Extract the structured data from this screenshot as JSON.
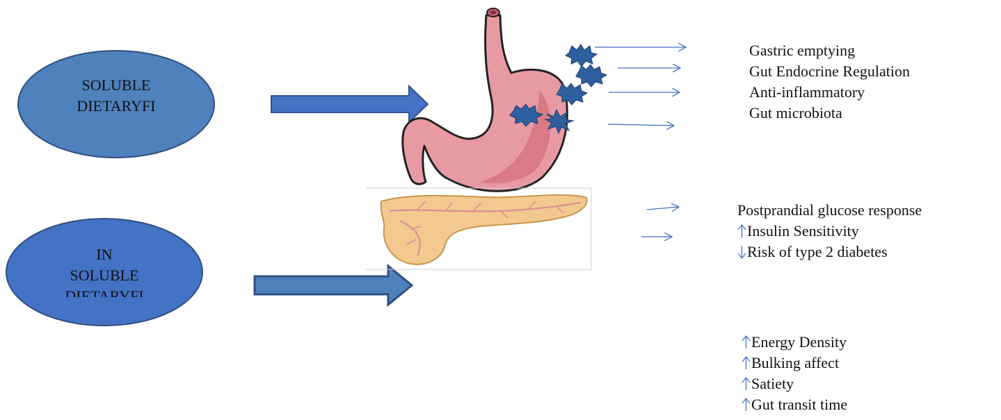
{
  "colors": {
    "ellipse_fill": "#4f81bd",
    "ellipse_stroke": "#2f4f7f",
    "arrow_fill": "#4472c4",
    "thin_arrow": "#4472c4",
    "stomach": "#e7909a",
    "microbe": "#2e5f9e",
    "pancreas": "#f1c98c"
  },
  "ellipses": {
    "soluble": {
      "lines": [
        "SOLUBLE",
        "DIETARYFI"
      ]
    },
    "insoluble": {
      "lines": [
        "IN",
        "SOLUBLE",
        "DIETARYFI"
      ]
    }
  },
  "groups": {
    "stomach_effects": [
      {
        "text": "Gastric emptying",
        "trend": ""
      },
      {
        "text": "Gut Endocrine Regulation",
        "trend": ""
      },
      {
        "text": "Anti-inflammatory",
        "trend": ""
      },
      {
        "text": "Gut microbiota",
        "trend": ""
      }
    ],
    "pancreas_effects": [
      {
        "text": "Postprandial glucose response",
        "trend": ""
      },
      {
        "text": "Insulin Sensitivity",
        "trend": "up"
      },
      {
        "text": "Risk of type 2 diabetes",
        "trend": "down"
      }
    ],
    "insoluble_effects": [
      {
        "text": "Energy Density",
        "trend": "up"
      },
      {
        "text": "Bulking affect",
        "trend": "up"
      },
      {
        "text": "Satiety",
        "trend": "up"
      },
      {
        "text": "Gut transit time",
        "trend": "up"
      }
    ]
  },
  "icons": {
    "stomach": "stomach-illustration",
    "pancreas": "pancreas-illustration",
    "microbe": "microbe-icon",
    "up_trend": "up-arrow-icon",
    "down_trend": "down-arrow-icon"
  }
}
